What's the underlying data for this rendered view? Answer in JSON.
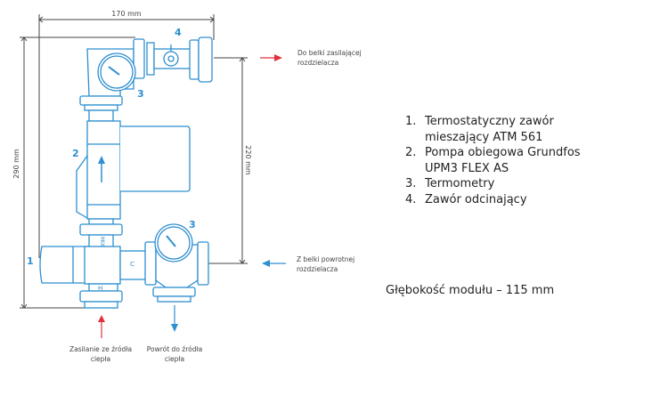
{
  "dimensions": {
    "width": "170 mm",
    "height": "290 mm",
    "inner_height": "220 mm"
  },
  "callouts": {
    "n1": "1",
    "n2": "2",
    "n3a": "3",
    "n3b": "3",
    "n4": "4"
  },
  "valve_marks": {
    "mix": "MIX",
    "cold": "C",
    "hot": "H"
  },
  "flows": {
    "to_supply_beam": [
      "Do belki zasilającej",
      "rozdzielacza"
    ],
    "from_return_beam": [
      "Z belki powrotnej",
      "rozdzielacza"
    ],
    "supply_from_source": [
      "Zasilanie ze źródła",
      "ciepła"
    ],
    "return_to_source": [
      "Powrót do źródła",
      "ciepła"
    ]
  },
  "legend": [
    {
      "num": "1.",
      "lines": [
        "Termostatyczny zawór",
        "mieszający ATM 561"
      ]
    },
    {
      "num": "2.",
      "lines": [
        "Pompa obiegowa Grundfos",
        "UPM3 FLEX AS"
      ]
    },
    {
      "num": "3.",
      "lines": [
        "Termometry"
      ]
    },
    {
      "num": "4.",
      "lines": [
        "Zawór odcinający"
      ]
    }
  ],
  "depth_note": "Głębokość modułu – 115 mm",
  "colors": {
    "blue": "#2d8fd0",
    "red": "#e0323c",
    "dim": "#444444"
  }
}
